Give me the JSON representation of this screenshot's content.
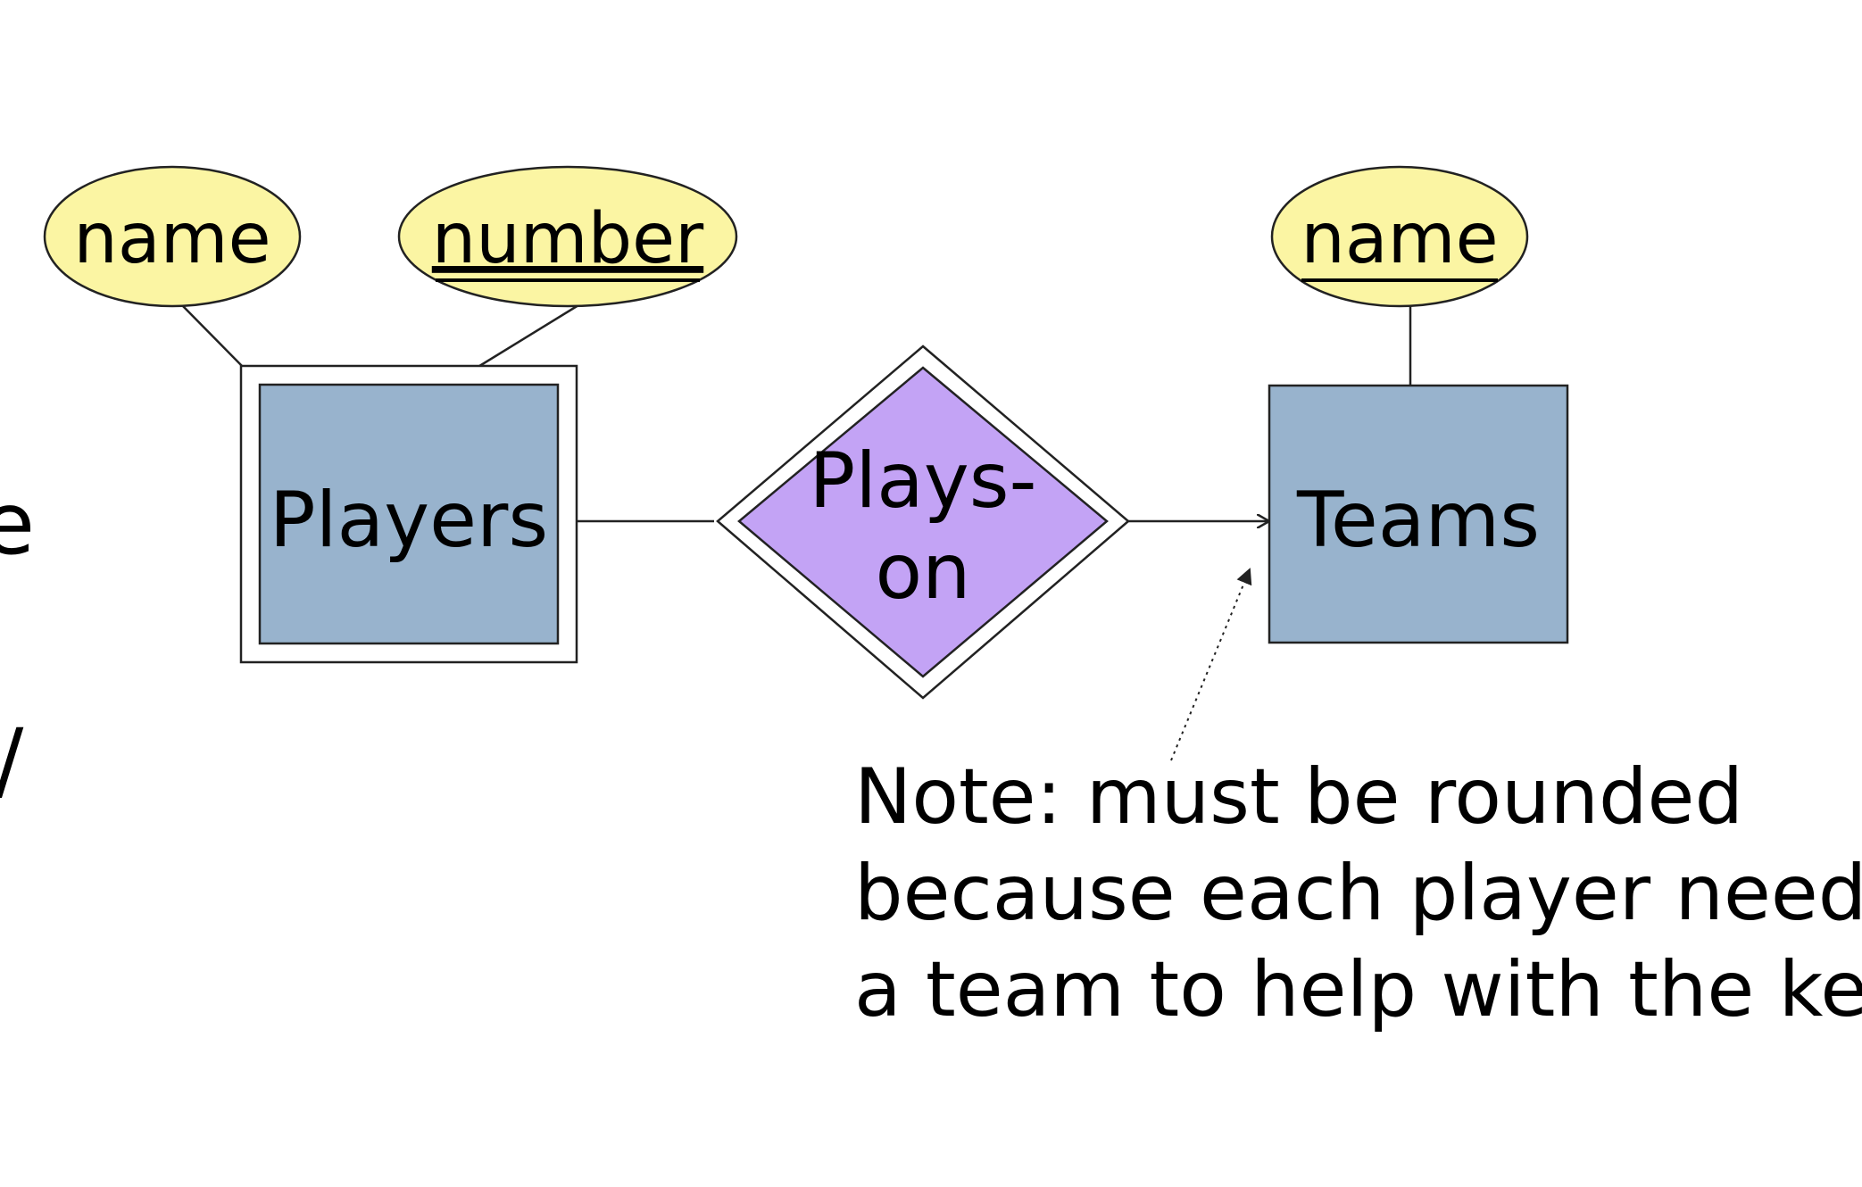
{
  "attributes": {
    "player_name": "name",
    "player_number": "number",
    "team_name": "name"
  },
  "entities": {
    "players": "Players",
    "teams": "Teams"
  },
  "relationship": {
    "line1": "Plays-",
    "line2": "on"
  },
  "note": {
    "line1": "Note: must be rounded",
    "line2": "because each player needs",
    "line3": "a team to help with the key."
  },
  "edge_fragments": {
    "left_top": "e",
    "left_bottom": "/"
  },
  "colors": {
    "attribute_fill": "#fbf5a3",
    "entity_fill": "#98b3cd",
    "relationship_fill": "#c3a3f5",
    "stroke": "#222222"
  }
}
